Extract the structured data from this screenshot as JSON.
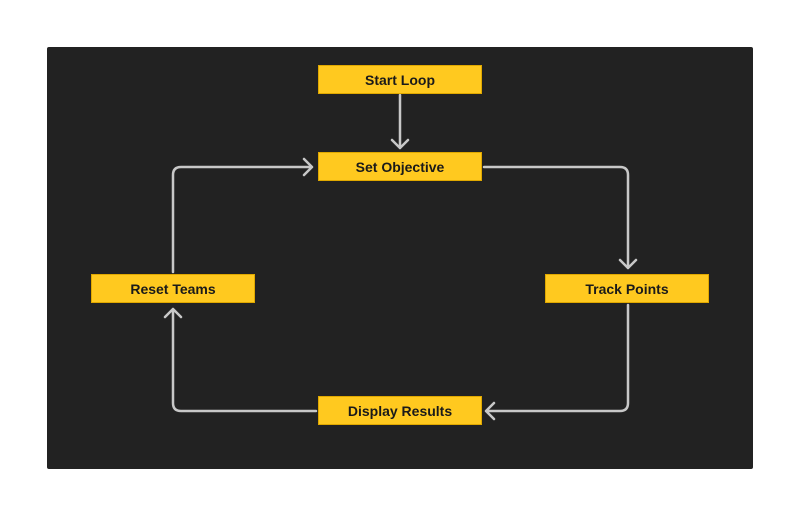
{
  "diagram": {
    "nodes": {
      "start": "Start Loop",
      "objective": "Set Objective",
      "track": "Track Points",
      "display": "Display Results",
      "reset": "Reset Teams"
    },
    "edges": [
      {
        "from": "start",
        "to": "objective"
      },
      {
        "from": "objective",
        "to": "track"
      },
      {
        "from": "track",
        "to": "display"
      },
      {
        "from": "display",
        "to": "reset"
      },
      {
        "from": "reset",
        "to": "objective"
      }
    ]
  }
}
